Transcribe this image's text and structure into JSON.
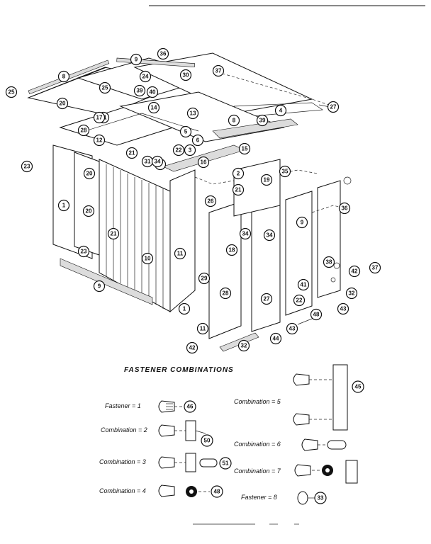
{
  "heading": "FASTENER COMBINATIONS",
  "fastener_rows": [
    {
      "label": "Fastener = 1",
      "callout": "46"
    },
    {
      "label": "Combination = 2",
      "callout": "50"
    },
    {
      "label": "Combination = 3",
      "callout": "51"
    },
    {
      "label": "Combination = 4",
      "callout": "48"
    },
    {
      "label": "Combination = 5",
      "callout": "45"
    },
    {
      "label": "Combination = 6",
      "callout": ""
    },
    {
      "label": "Combination = 7",
      "callout": ""
    },
    {
      "label": "Fastener = 8",
      "callout": "33"
    }
  ],
  "part_callouts": [
    "36",
    "9",
    "8",
    "24",
    "25",
    "30",
    "37",
    "25",
    "20",
    "39",
    "40",
    "4",
    "27",
    "21",
    "14",
    "13",
    "17",
    "28",
    "12",
    "5",
    "8",
    "39",
    "6",
    "7",
    "22",
    "3",
    "21",
    "31",
    "34",
    "15",
    "16",
    "2",
    "23",
    "20",
    "21",
    "26",
    "19",
    "36",
    "35",
    "34",
    "34",
    "9",
    "18",
    "23",
    "20",
    "1",
    "21",
    "10",
    "11",
    "29",
    "28",
    "41",
    "27",
    "22",
    "38",
    "42",
    "9",
    "37",
    "43",
    "1",
    "32",
    "11",
    "42",
    "32",
    "44",
    "48",
    "43"
  ]
}
